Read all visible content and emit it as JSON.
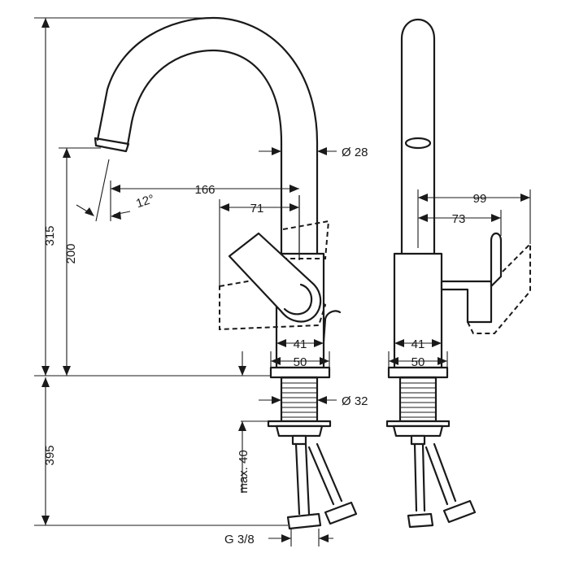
{
  "dimensions": {
    "total_height": "315",
    "spout_height": "200",
    "below_counter": "395",
    "reach": "166",
    "handle_offset": "71",
    "spout_diameter": "Ø 28",
    "angle": "12°",
    "side_reach": "99",
    "side_offset": "73",
    "base_inner_front": "41",
    "base_outer_front": "50",
    "base_inner_side": "41",
    "base_outer_side": "50",
    "shank_diameter": "Ø 32",
    "max_thickness": "max. 40",
    "connection": "G 3/8"
  }
}
